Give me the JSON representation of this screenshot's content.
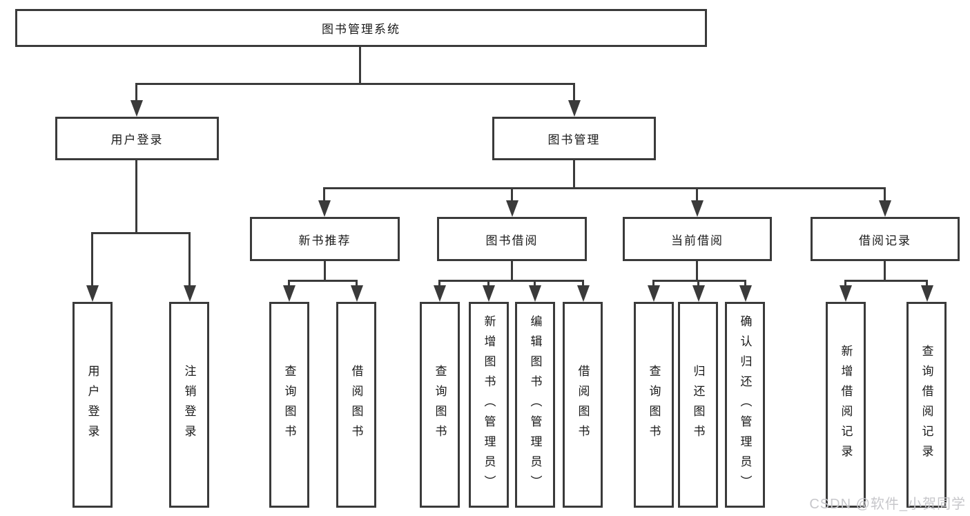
{
  "diagram": {
    "root": "图书管理系统",
    "branches": [
      {
        "label": "用户登录",
        "children": [
          "用户登录",
          "注销登录"
        ]
      },
      {
        "label": "图书管理",
        "sections": [
          {
            "label": "新书推荐",
            "children": [
              "查询图书",
              "借阅图书"
            ]
          },
          {
            "label": "图书借阅",
            "children": [
              "查询图书",
              "新增图书（管理员）",
              "编辑图书（管理员）",
              "借阅图书"
            ]
          },
          {
            "label": "当前借阅",
            "children": [
              "查询图书",
              "归还图书",
              "确认归还（管理员）"
            ]
          },
          {
            "label": "借阅记录",
            "children": [
              "新增借阅记录",
              "查询借阅记录"
            ]
          }
        ]
      }
    ],
    "colors": {
      "line": "#3a3a3a",
      "text": "#1a1a1a",
      "background": "#ffffff"
    }
  },
  "watermark": {
    "text": "CSDN @软件_小贺同学",
    "color": "#c7c7cb"
  }
}
